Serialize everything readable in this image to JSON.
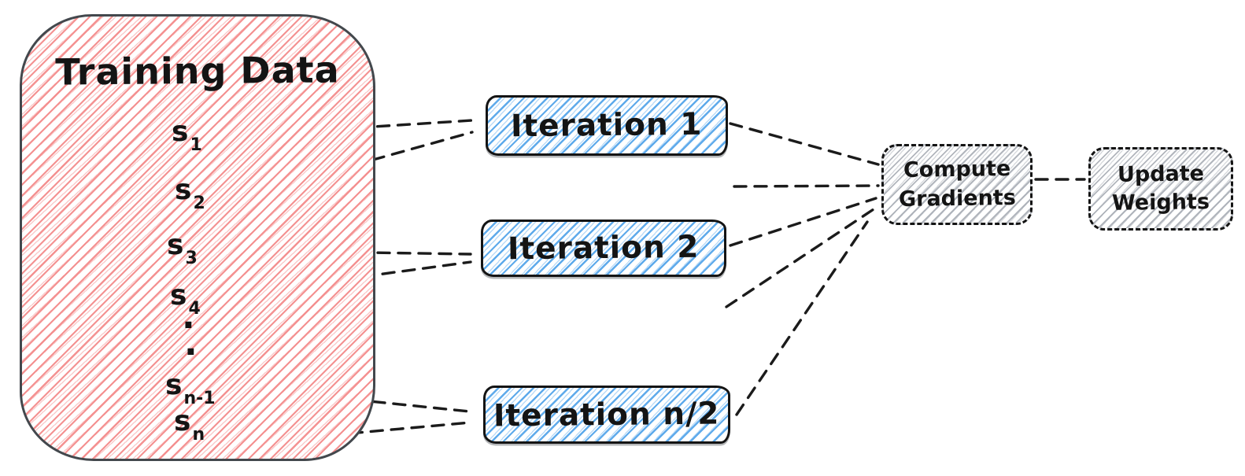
{
  "diagram": {
    "title": "Training Data",
    "training": {
      "title": "Training Data",
      "samples": [
        {
          "base": "s",
          "sub": "1"
        },
        {
          "base": "s",
          "sub": "2"
        },
        {
          "base": "s",
          "sub": "3"
        },
        {
          "base": "s",
          "sub": "4"
        },
        {
          "base": "s",
          "sub": "n-1"
        },
        {
          "base": "s",
          "sub": "n"
        }
      ],
      "ellipsis": [
        "·",
        "·"
      ]
    },
    "iterations": [
      {
        "label": "Iteration 1"
      },
      {
        "label": "Iteration 2"
      },
      {
        "label": "Iteration n/2"
      }
    ],
    "steps": [
      {
        "line1": "Compute",
        "line2": "Gradients"
      },
      {
        "line1": "Update",
        "line2": "Weights"
      }
    ],
    "colors": {
      "training_hatch": "#f48c8c",
      "training_border": "#43484d",
      "iteration_hatch": "#55a5ea",
      "iteration_border": "#141414",
      "step_hatch": "#a9aeb6",
      "step_border": "#141414",
      "connector": "#1b1b1b",
      "text": "#141414"
    }
  }
}
